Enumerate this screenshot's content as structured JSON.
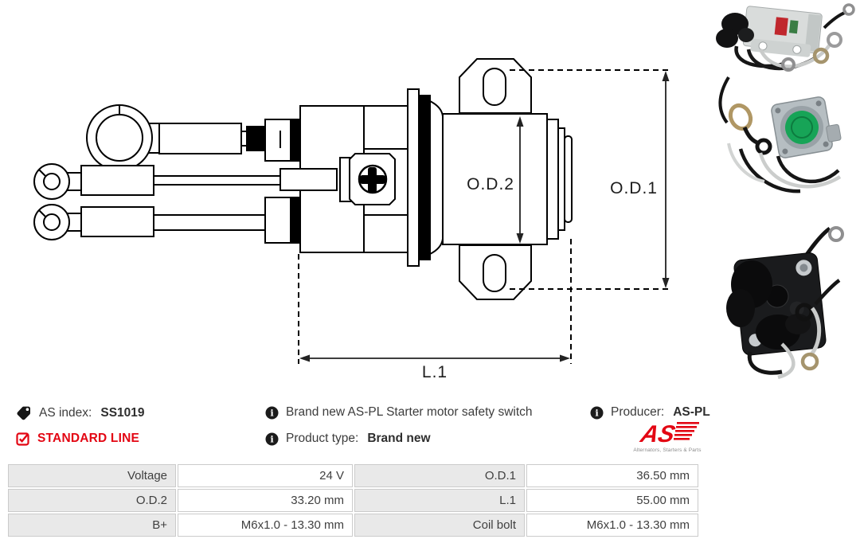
{
  "diagram": {
    "od1_label": "O.D.1",
    "od2_label": "O.D.2",
    "l1_label": "L.1"
  },
  "info": {
    "as_index_label": "AS index:",
    "as_index_value": "SS1019",
    "standard_line": "STANDARD LINE",
    "description": "Brand new AS-PL Starter motor safety switch",
    "product_type_label": "Product type:",
    "product_type_value": "Brand new",
    "producer_label": "Producer:",
    "producer_value": "AS-PL"
  },
  "icons": {
    "info_glyph": "i"
  },
  "logo": {
    "as": "AS",
    "tagline": "Alternators, Starters & Parts"
  },
  "specs": {
    "rows": [
      {
        "label1": "Voltage",
        "value1": "24 V",
        "label2": "O.D.1",
        "value2": "36.50 mm"
      },
      {
        "label1": "O.D.2",
        "value1": "33.20 mm",
        "label2": "L.1",
        "value2": "55.00 mm"
      },
      {
        "label1": "B+",
        "value1": "M6x1.0 - 13.30 mm",
        "label2": "Coil bolt",
        "value2": "M6x1.0 - 13.30 mm"
      }
    ]
  },
  "photos": [
    {
      "alt": "Starter safety switch photo, metal body with black boots and ring-terminal wires"
    },
    {
      "alt": "Starter safety switch photo, square body with green label and wires"
    },
    {
      "alt": "Starter safety switch photo, black body with rubber boots and wires"
    }
  ],
  "colors": {
    "accent_red": "#e30613",
    "table_label_bg": "#e9e9e9",
    "table_border": "#cbcbcb",
    "text": "#3c3c3c"
  }
}
